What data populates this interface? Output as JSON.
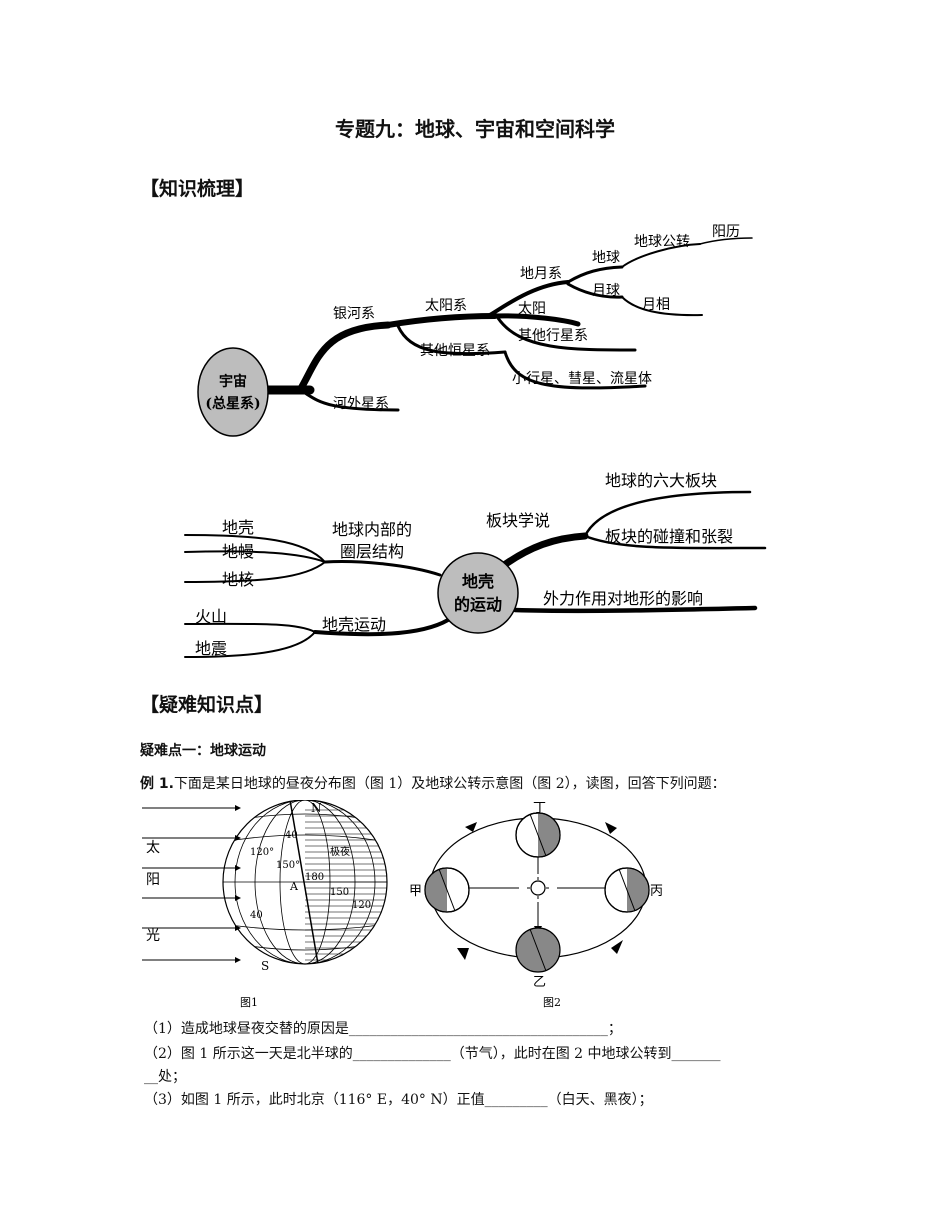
{
  "title": "专题九：地球、宇宙和空间科学",
  "sections": {
    "knowledge": "【知识梳理】",
    "difficult": "【疑难知识点】"
  },
  "map1": {
    "center": [
      "宇宙",
      "(总星系)"
    ],
    "nodes": {
      "galaxy": "银河系",
      "outer_galaxy": "河外星系",
      "solar_system": "太阳系",
      "other_star": "其他恒星系",
      "earth_moon": "地月系",
      "sun": "太阳",
      "other_planets": "其他行星系",
      "small_bodies": "小行星、彗星、流星体",
      "earth": "地球",
      "earth_orbit": "地球公转",
      "solar_cal": "阳历",
      "moon": "月球",
      "moon_phase": "月相"
    }
  },
  "map2": {
    "center": [
      "地壳",
      "的运动"
    ],
    "nodes": {
      "interior": [
        "地球内部的",
        "圈层结构"
      ],
      "crust": "地壳",
      "mantle": "地幔",
      "core": "地核",
      "crust_move": "地壳运动",
      "volcano": "火山",
      "quake": "地震",
      "plate": "板块学说",
      "six_plates": "地球的六大板块",
      "collision": "板块的碰撞和张裂",
      "external": "外力作用对地形的影响"
    }
  },
  "difficult_point": "疑难点一：地球运动",
  "example": {
    "label": "例 1.",
    "text": "下面是某日地球的昼夜分布图（图 1）及地球公转示意图（图 2），读图，回答下列问题："
  },
  "figure1": {
    "caption": "图1",
    "sun_light": [
      "太",
      "阳",
      "光"
    ],
    "n": "N",
    "s": "S",
    "lat_labels": [
      "40",
      "120°",
      "150°",
      "180",
      "150",
      "120",
      "40"
    ],
    "polar_night": "极夜",
    "point_a": "A"
  },
  "figure2": {
    "caption": "图2",
    "positions": {
      "top": "丁",
      "left": "甲",
      "right": "丙",
      "bottom": "乙"
    }
  },
  "questions": [
    "（1）造成地球昼夜交替的原因是_____________________________________；",
    "（2）图 1 所示这一天是北半球的______________（节气），此时在图 2 中地球公转到_______",
    "__处；",
    "（3）如图 1 所示，此时北京（116° E，40° N）正值_________（白天、黑夜）；"
  ]
}
